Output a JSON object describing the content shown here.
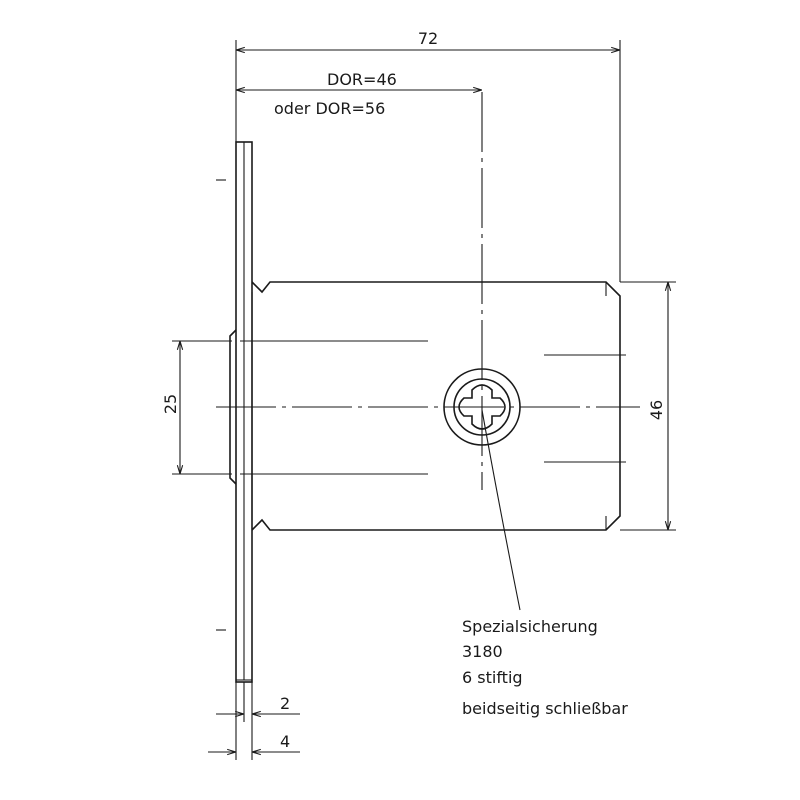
{
  "dimensions": {
    "overall_width": "72",
    "dor_primary": "DOR=46",
    "dor_alternative": "oder DOR=56",
    "pin_spacing": "25",
    "body_height": "46",
    "plate_inner": "2",
    "plate_thickness": "4"
  },
  "annotation": {
    "line1": "Spezialsicherung",
    "line2": "3180",
    "line3": "6 stiftig",
    "line4": "beidseitig schließbar"
  }
}
